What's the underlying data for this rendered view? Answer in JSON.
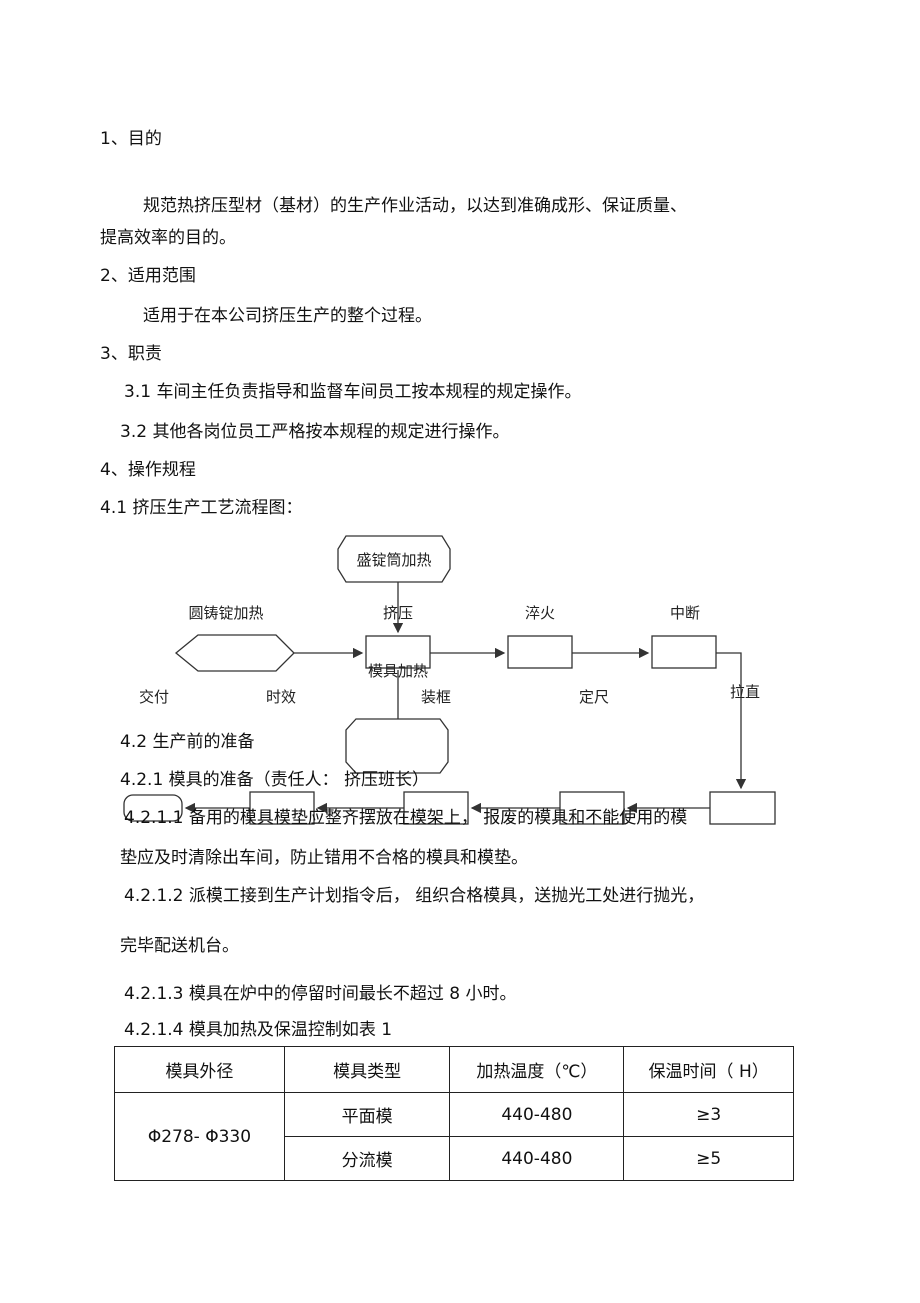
{
  "sections": {
    "s1_title": "1、目的",
    "s1_line1": "规范热挤压型材（基材）的生产作业活动，以达到准确成形、保证质量、",
    "s1_line2": "提高效率的目的。",
    "s2_title": "2、适用范围",
    "s2_text": "适用于在本公司挤压生产的整个过程。",
    "s3_title": "3、职责",
    "s3_1": "3.1  车间主任负责指导和监督车间员工按本规程的规定操作。",
    "s3_2": "3.2  其他各岗位员工严格按本规程的规定进行操作。",
    "s4_title": "4、操作规程",
    "s4_1": "4.1 挤压生产工艺流程图：",
    "s4_2": "4.2 生产前的准备",
    "s4_2_1": "4.2.1  模具的准备（责任人：      挤压班长）",
    "s4_2_1_1a": "4.2.1.1  备用的模具模垫应整齐摆放在模架上，      报废的模具和不能使用的模",
    "s4_2_1_1b": "垫应及时清除出车间，防止错用不合格的模具和模垫。",
    "s4_2_1_2a": "4.2.1.2   派模工接到生产计划指令后，  组织合格模具，送抛光工处进行抛光，",
    "s4_2_1_2b": "完毕配送机台。",
    "s4_2_1_3": "4.2.1.3   模具在炉中的停留时间最长不超过     8 小时。",
    "s4_2_1_4": "4.2.1.4   模具加热及保温控制如表    1"
  },
  "flow": {
    "container_heat": "盛锭筒加热",
    "ingot_heat": "圆铸锭加热",
    "extrude": "挤压",
    "quench": "淬火",
    "cut_mid": "中断",
    "die_heat": "模具加热",
    "deliver": "交付",
    "aging": "时效",
    "frame": "装框",
    "cut_len": "定尺",
    "straighten": "拉直"
  },
  "table": {
    "headers": [
      "模具外径",
      "模具类型",
      "加热温度（℃）",
      "保温时间（ H）"
    ],
    "group_label": "Φ278- Φ330",
    "rows": [
      {
        "type": "平面模",
        "temp": "440-480",
        "time": "≥3"
      },
      {
        "type": "分流模",
        "temp": "440-480",
        "time": "≥5"
      }
    ]
  }
}
